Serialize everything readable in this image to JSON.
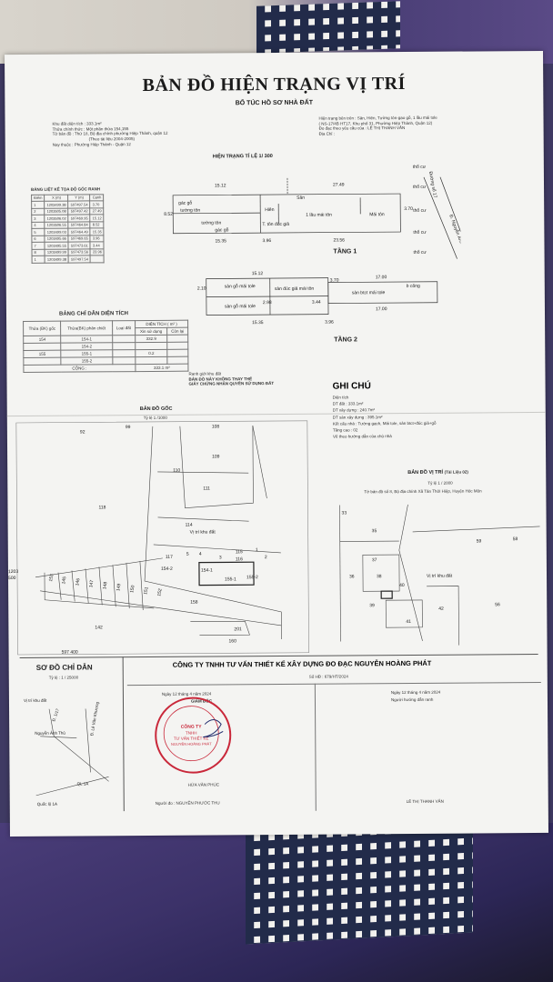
{
  "document": {
    "title": "BẢN ĐỒ HIỆN TRẠNG VỊ TRÍ",
    "subtitle": "BỔ TÚC HỒ SƠ NHÀ ĐẤT",
    "info_left": [
      "Khu đất diện tích : 333.1m²",
      "Thửa chính thức : Một phần thửa 154,155",
      "Tờ bản đồ : Thứ 18, Bộ địa chính phường Hiệp Thành, quận 12",
      "(Theo tài liệu 2004-2005)",
      "Nay thuộc : Phường Hiệp Thành - Quận 12"
    ],
    "info_right": [
      "Hiện trạng bên trên : Sân, Hiên, Tường tôn-gạo gỗ, 1 lầu mái tole",
      "( NS-17/4B HT17, Khu phố 31, Phường Hiệp Thành, Quận 12)",
      "Đo đạc theo yêu cầu của : LÊ THỊ THANH VÂN",
      "Địa Chỉ :"
    ],
    "current_scale_title": "HIỆN TRẠNG TỈ LỆ 1/ 300",
    "floor1_label": "TẦNG 1",
    "floor2_label": "TẦNG 2",
    "floor1_labels": [
      "gác gỗ",
      "tường tôn",
      "Sân",
      "Hiên",
      "1 lầu mái tôn",
      "Mái tôn",
      "tường tôn",
      "T. tôn đúc giả",
      "gác gỗ"
    ],
    "floor2_labels": [
      "sàn gỗ mái tole",
      "sàn đúc giả mái tôn",
      "sàn btct mái tole",
      "b công",
      "sàn gỗ mái tole"
    ],
    "floor1_dims": [
      "15.12",
      "27.49",
      "23.56",
      "15.35",
      "3.96",
      "8.52",
      "3.70"
    ],
    "floor2_dims": [
      "15.12",
      "17.00",
      "15.35",
      "17.00",
      "3.96",
      "3.70",
      "2.10",
      "2.98",
      "3.44"
    ],
    "neighbor_labels": [
      "thổ cư",
      "thổ cư",
      "thổ cư",
      "thổ cư",
      "thổ cư"
    ],
    "road_labels": [
      "Đường số 17",
      "Đ. Nguyễn Ảnh Thủ"
    ],
    "coord_table": {
      "title": "BẢNG LIỆT KÊ TỌA ĐỘ GÓC RANH",
      "headers": [
        "Điểm",
        "X (m)",
        "Y (m)",
        "Cạnh"
      ],
      "rows": [
        [
          "1",
          "1203499.38",
          "597497.54",
          "3.70"
        ],
        [
          "2",
          "1203505.08",
          "597497.42",
          "27.49"
        ],
        [
          "3",
          "1203506.02",
          "597469.95",
          "15.12"
        ],
        [
          "4",
          "1203506.55",
          "597464.84",
          "8.52"
        ],
        [
          "5",
          "1203499.03",
          "597464.49",
          "15.35"
        ],
        [
          "6",
          "1203495.66",
          "597469.65",
          "3.96"
        ],
        [
          "7",
          "1203495.55",
          "597473.61",
          "3.44"
        ],
        [
          "8",
          "1203499.99",
          "597473.56",
          "23.96"
        ],
        [
          "1",
          "1203499.38",
          "597497.54",
          ""
        ]
      ]
    },
    "area_table": {
      "title": "BẢNG CHỈ DẪN DIỆN TÍCH",
      "headers": [
        "Thửa (BK) gốc",
        "Thửa(BK) phân chiết",
        "Loại đất",
        "DIỆN TÍCH ( m² )",
        "Xin sử dụng",
        "Còn lại"
      ],
      "rows": [
        [
          "154",
          "154-1",
          "",
          "332.9",
          ""
        ],
        [
          "",
          "154-2",
          "",
          "",
          ""
        ],
        [
          "155",
          "155-1",
          "",
          "0.2",
          ""
        ],
        [
          "",
          "155-2",
          "",
          "",
          ""
        ]
      ],
      "total_label": "CỘNG :",
      "total_value": "333.1 m²"
    },
    "legend_under_table": [
      "Ranh giới khu đất",
      "BẢN ĐỒ NÀY KHÔNG THAY THẾ",
      "GIẤY CHỨNG NHẬN QUYỀN SỬ DỤNG ĐẤT"
    ],
    "notes": {
      "title": "GHI CHÚ",
      "items": [
        "Diện tích",
        "DT đất : 333.1m²",
        "DT xây dựng : 240.7m²",
        "DT sàn xây dựng : 395.1m²",
        "Kết cấu nhà : Tường gạch, Mái tole, sàn btct+đúc giả+gỗ",
        "Tầng cao : 02",
        "Vẽ theo hướng dẫn của chủ nhà"
      ]
    },
    "cadastral_map": {
      "title": "BẢN ĐỒ GỐC",
      "scale": "Tỷ lệ 1 /1000",
      "parcels": [
        "92",
        "99",
        "108",
        "109",
        "110",
        "111",
        "118",
        "114",
        "117",
        "115",
        "116",
        "154-2",
        "154-1",
        "155-1",
        "155-2",
        "158",
        "145",
        "146",
        "147",
        "148",
        "149",
        "150",
        "151",
        "152",
        "153",
        "142",
        "201",
        "160",
        "1",
        "2",
        "3",
        "4",
        "5"
      ],
      "edge_labels": [
        "1203",
        "500",
        "597 400"
      ],
      "site_label": "Vị trí khu đất"
    },
    "location_map": {
      "title": "BẢN ĐỒ VỊ TRÍ",
      "source": "(Tài Liệu 02)",
      "scale": "Tỷ lệ 1 / 2000",
      "ref": "Tờ bản đồ số 8, Bộ địa chính Xã Tân Thới Hiệp, Huyện Hóc Môn",
      "parcels": [
        "33",
        "35",
        "59",
        "58",
        "37",
        "36",
        "38",
        "40",
        "39",
        "41",
        "42",
        "56"
      ],
      "site_label": "Vị trí khu đất"
    },
    "guide_map": {
      "title": "SƠ ĐỒ CHỈ DẪN",
      "scale": "Tỷ lệ : 1 / 25000",
      "labels": [
        "Vị trí khu đất",
        "Đ. Lê Văn Khương",
        "Nguyễn Ảnh Thủ",
        "QL 1A",
        "Quốc lộ 1A",
        "Đ. 1/17"
      ]
    },
    "company": {
      "name": "CÔNG TY TNHH TƯ VẤN THIẾT KẾ XÂY DỰNG ĐO ĐẠC NGUYỄN HOÀNG PHÁT",
      "contract": "Số HĐ : 679/HT/2024",
      "date_left": "Ngày 12 tháng 4 năm 2024",
      "position": "GIÁM ĐỐC",
      "director": "HỨA VĂN PHÚC",
      "measurer": "Người đo : NGUYỄN PHƯỚC THU",
      "date_right": "Ngày 12 tháng 4 năm 2024",
      "guide_person_label": "Người hướng dẫn ranh",
      "guide_person": "LÊ THỊ THANH VÂN",
      "stamp_text": "CÔNG TY TNHH TƯ VẤN THIẾT KẾ XÂY DỰNG ĐO ĐẠC NGUYỄN HOÀNG PHÁT"
    },
    "colors": {
      "paper": "#f4f4f2",
      "ink": "#222222",
      "stamp": "#c9283a",
      "fabric": "#3f3a63"
    }
  }
}
